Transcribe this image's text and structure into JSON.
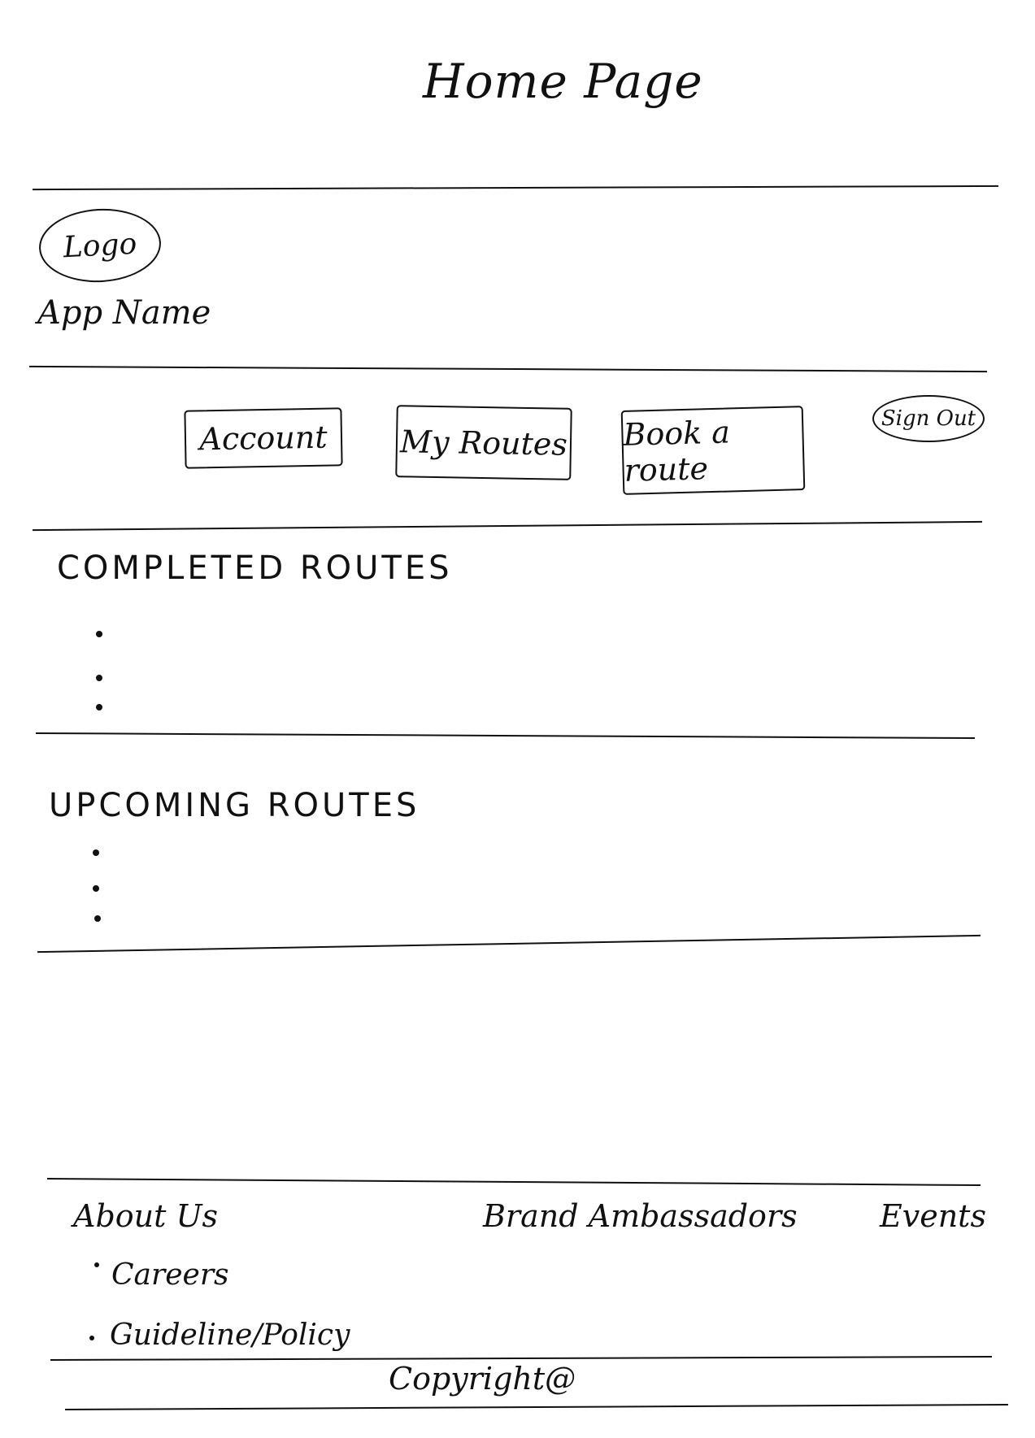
{
  "page": {
    "title": "Home Page"
  },
  "header": {
    "logo_label": "Logo",
    "app_name": "App Name"
  },
  "nav": {
    "items": [
      {
        "label": "Account"
      },
      {
        "label": "My Routes"
      },
      {
        "label": "Book a route"
      }
    ],
    "sign_out_label": "Sign Out"
  },
  "completed_routes": {
    "heading": "COMPLETED ROUTES",
    "items": [
      "",
      "",
      ""
    ]
  },
  "upcoming_routes": {
    "heading": "UPCOMING ROUTES",
    "items": [
      "",
      "",
      ""
    ]
  },
  "footer": {
    "about": {
      "label": "About Us",
      "items": [
        {
          "label": "Careers"
        },
        {
          "label": "Guideline/Policy"
        }
      ]
    },
    "brand_ambassadors_label": "Brand Ambassadors",
    "events_label": "Events",
    "copyright": "Copyright@"
  }
}
